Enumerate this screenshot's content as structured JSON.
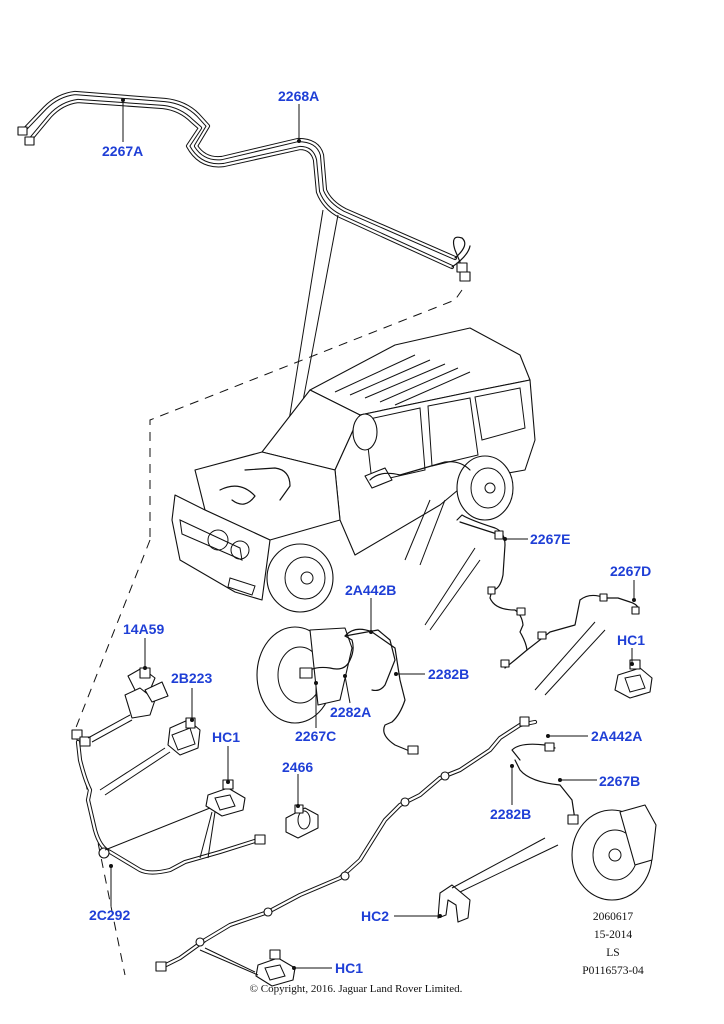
{
  "labels": {
    "p2267A": "2267A",
    "p2268A": "2268A",
    "p2267E": "2267E",
    "p2267D": "2267D",
    "p2A442B": "2A442B",
    "p2282B_top": "2282B",
    "p2282A": "2282A",
    "p2267C": "2267C",
    "p14A59": "14A59",
    "p2B223": "2B223",
    "pHC1_left": "HC1",
    "pHC1_right": "HC1",
    "pHC1_bottom": "HC1",
    "p2466": "2466",
    "p2A442A": "2A442A",
    "p2267B": "2267B",
    "p2282B_bottom": "2282B",
    "p2C292": "2C292",
    "pHC2": "HC2"
  },
  "reference": {
    "line1": "2060617",
    "line2": "15-2014",
    "line3": "LS",
    "line4": "P0116573-04"
  },
  "copyright": "© Copyright, 2016. Jaguar Land Rover Limited.",
  "colors": {
    "label": "#1f3fd6",
    "ink": "#111111",
    "background": "#ffffff"
  }
}
